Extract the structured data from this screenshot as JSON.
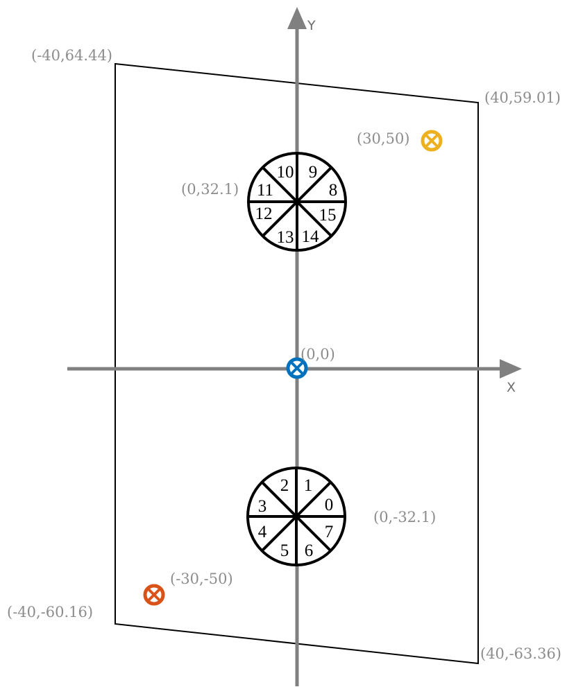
{
  "axes": {
    "x_label": "X",
    "y_label": "Y"
  },
  "plane": {
    "corners": [
      {
        "label": "(-40,64.44)"
      },
      {
        "label": "(40,59.01)"
      },
      {
        "label": "(40,-63.36)"
      },
      {
        "label": "(-40,-60.16)"
      }
    ]
  },
  "origin": {
    "label": "(0,0)",
    "color": "#0072bd"
  },
  "markers": [
    {
      "label": "(30,50)",
      "color": "#edb120"
    },
    {
      "label": "(-30,-50)",
      "color": "#d95319"
    }
  ],
  "circles": [
    {
      "label": "(0,32.1)",
      "segments": [
        "8",
        "9",
        "10",
        "11",
        "12",
        "13",
        "14",
        "15"
      ]
    },
    {
      "label": "(0,-32.1)",
      "segments": [
        "0",
        "1",
        "2",
        "3",
        "4",
        "5",
        "6",
        "7"
      ]
    }
  ]
}
